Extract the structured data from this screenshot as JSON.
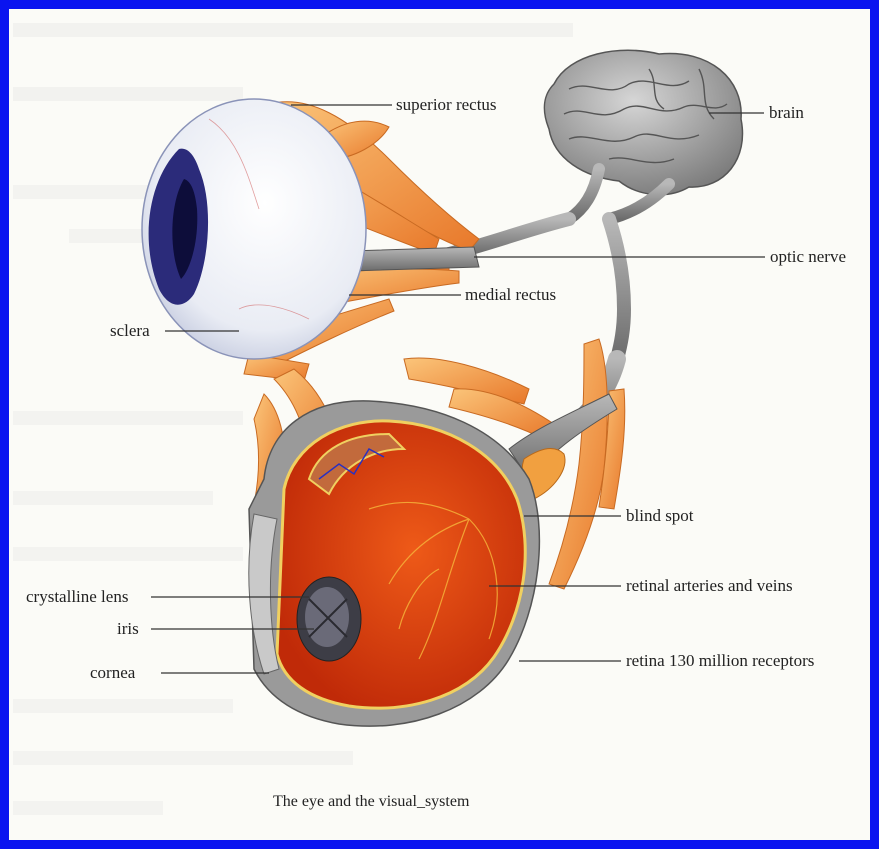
{
  "diagram": {
    "caption": "The eye and the visual_system",
    "labels": {
      "superior_rectus": "superior rectus",
      "brain": "brain",
      "optic_nerve": "optic nerve",
      "medial_rectus": "medial rectus",
      "sclera": "sclera",
      "blind_spot": "blind spot",
      "retinal_arteries": "retinal arteries and veins",
      "crystalline_lens": "crystalline lens",
      "iris": "iris",
      "cornea": "cornea",
      "retina": "retina 130 million receptors"
    }
  },
  "colors": {
    "frame_border": "#0a14f0",
    "background": "#fbfbf7",
    "muscle": "#f29a4a",
    "retina": "#d83a10",
    "brain": "#9a9a9a",
    "leader_line": "#333333"
  }
}
